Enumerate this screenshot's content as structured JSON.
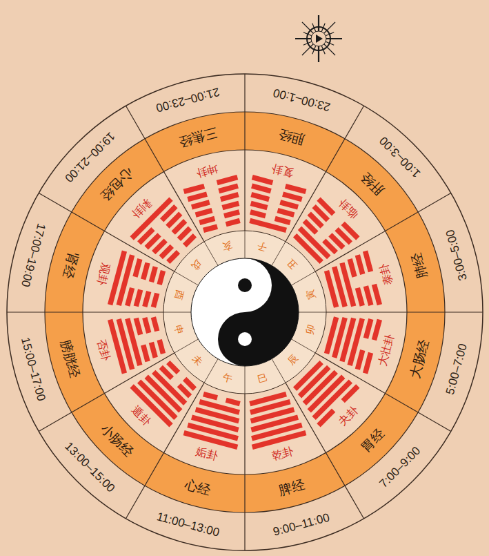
{
  "diagram": {
    "labels": [
      "23:00–1:00",
      "胆经",
      "复卦",
      "子",
      "1:00–3:00",
      "肝经",
      "临卦",
      "丑",
      "3:00–5:00",
      "肺经",
      "泰卦",
      "寅",
      "5:00–7:00",
      "大肠经",
      "大壮卦",
      "卯",
      "7:00–9:00",
      "胃经",
      "夬卦",
      "辰",
      "9:00–11:00",
      "脾经",
      "乾卦",
      "巳",
      "11:00–13:00",
      "心经",
      "姤卦",
      "午",
      "13:00–15:00",
      "小肠经",
      "遁卦",
      "未",
      "15:00–17:00",
      "膀胱经",
      "否卦",
      "申",
      "17:00–19:00",
      "肾经",
      "观卦",
      "酉",
      "19:00–21:00",
      "心包经",
      "剥卦",
      "戌",
      "21:00–23:00",
      "三焦经",
      "坤卦",
      "亥"
    ]
  }
}
